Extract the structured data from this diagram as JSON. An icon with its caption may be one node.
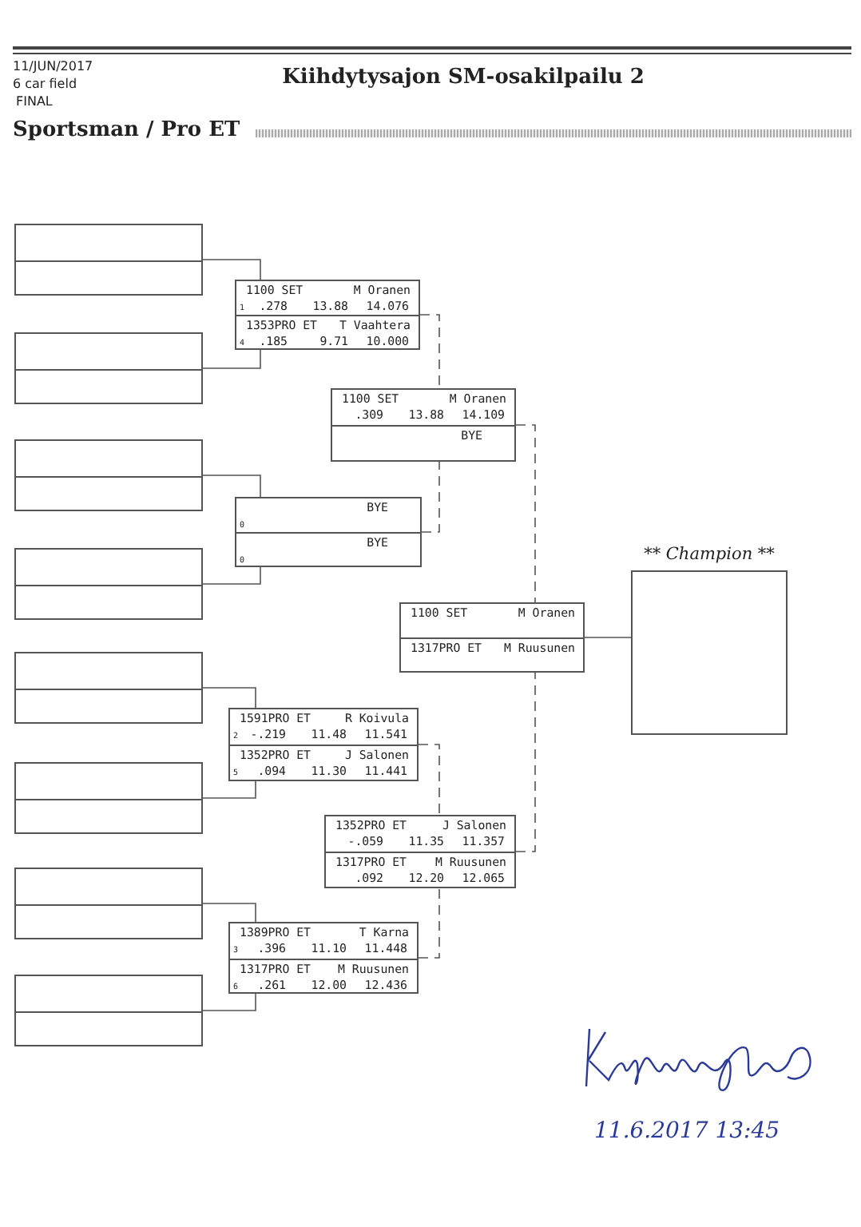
{
  "diagram": {
    "title": "Kiihdytysajon SM-osakilpailu 2",
    "nodes": [
      {
        "text": [],
        "shape": "box"
      },
      {
        "text": [],
        "shape": "box"
      },
      {
        "text": [],
        "shape": "box"
      },
      {
        "text": [],
        "shape": "box"
      },
      {
        "text": [],
        "shape": "box"
      },
      {
        "text": [],
        "shape": "box"
      },
      {
        "text": [],
        "shape": "box"
      },
      {
        "text": [],
        "shape": "box"
      },
      {
        "text": [
          "1100 SET",
          "M Oranen",
          "1",
          ".278",
          "13.88",
          "14.076",
          "1353PRO ET",
          "T Vaahtera",
          "4",
          ".185",
          "9.71",
          "10.000"
        ]
      },
      {
        "text": [
          "BYE",
          "0",
          "BYE",
          "0"
        ]
      },
      {
        "text": [
          "1591PRO ET",
          "R Koivula",
          "2",
          "-.219",
          "11.48",
          "11.541",
          "1352PRO ET",
          "J Salonen",
          "5",
          ".094",
          "11.30",
          "11.441"
        ]
      },
      {
        "text": [
          "1389PRO ET",
          "T Karna",
          "3",
          ".396",
          "11.10",
          "11.448",
          "1317PRO ET",
          "M Ruusunen",
          "6",
          ".261",
          "12.00",
          "12.436"
        ]
      },
      {
        "text": [
          "1100 SET",
          "M Oranen",
          ".309",
          "13.88",
          "14.109",
          "BYE"
        ]
      },
      {
        "text": [
          "1352PRO ET",
          "J Salonen",
          "-.059",
          "11.35",
          "11.357",
          "1317PRO ET",
          "M Ruusunen",
          ".092",
          "12.20",
          "12.065"
        ]
      },
      {
        "text": [
          "1100 SET",
          "M Oranen",
          "1317PRO ET",
          "M Ruusunen"
        ]
      },
      {
        "text": [
          "** Champion **"
        ]
      }
    ],
    "edges": [
      {
        "from": 0,
        "to": 8,
        "arrow": "none"
      },
      {
        "from": 1,
        "to": 8,
        "arrow": "none"
      },
      {
        "from": 2,
        "to": 9,
        "arrow": "none"
      },
      {
        "from": 3,
        "to": 9,
        "arrow": "none"
      },
      {
        "from": 4,
        "to": 10,
        "arrow": "none"
      },
      {
        "from": 5,
        "to": 10,
        "arrow": "none"
      },
      {
        "from": 6,
        "to": 11,
        "arrow": "none"
      },
      {
        "from": 7,
        "to": 11,
        "arrow": "none"
      },
      {
        "from": 8,
        "to": 12,
        "arrow": "none",
        "style": "dashed"
      },
      {
        "from": 9,
        "to": 12,
        "arrow": "none",
        "style": "dashed"
      },
      {
        "from": 10,
        "to": 13,
        "arrow": "none",
        "style": "dashed"
      },
      {
        "from": 11,
        "to": 13,
        "arrow": "none",
        "style": "dashed"
      },
      {
        "from": 12,
        "to": 14,
        "arrow": "none",
        "style": "dashed"
      },
      {
        "from": 13,
        "to": 14,
        "arrow": "none",
        "style": "dashed"
      },
      {
        "from": 14,
        "to": 15,
        "arrow": "none"
      }
    ],
    "labels": [
      "11/JUN/2017",
      "6 car field",
      "FINAL",
      "Sportsman / Pro ET",
      "11.6.2017 13:45"
    ]
  }
}
